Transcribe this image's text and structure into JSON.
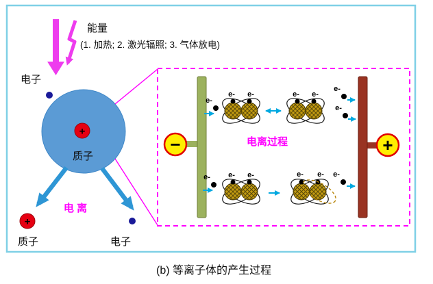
{
  "caption": "(b) 等离子体的产生过程",
  "energy": {
    "label": "能量",
    "methods": "(1. 加热; 2. 激光辐照; 3. 气体放电)"
  },
  "atom": {
    "electron_label": "电子",
    "proton_label": "质子",
    "proton_sign": "+"
  },
  "ionization_label": "电 离",
  "products": {
    "proton_label": "质子",
    "proton_sign": "+",
    "electron_label": "电子"
  },
  "inset": {
    "process_label": "电离过程",
    "cathode_sign": "−",
    "anode_sign": "+",
    "electron_label": "e-"
  },
  "colors": {
    "frame_border": "#7fd0e6",
    "magenta": "#ff00ff",
    "energy_pink": "#ee3cee",
    "atom_blue": "#5b9bd5",
    "ionization_arrow_blue": "#2e96d5",
    "proton_red": "#e60012",
    "electron_navy": "#1a1a99",
    "cyan_arrow": "#00a8e0",
    "cathode_green": "#9cb25e",
    "anode_brown": "#993322",
    "terminal_yellow": "#ffee00",
    "terminal_border": "#e00000",
    "molecule_olive": "#c39b11"
  }
}
